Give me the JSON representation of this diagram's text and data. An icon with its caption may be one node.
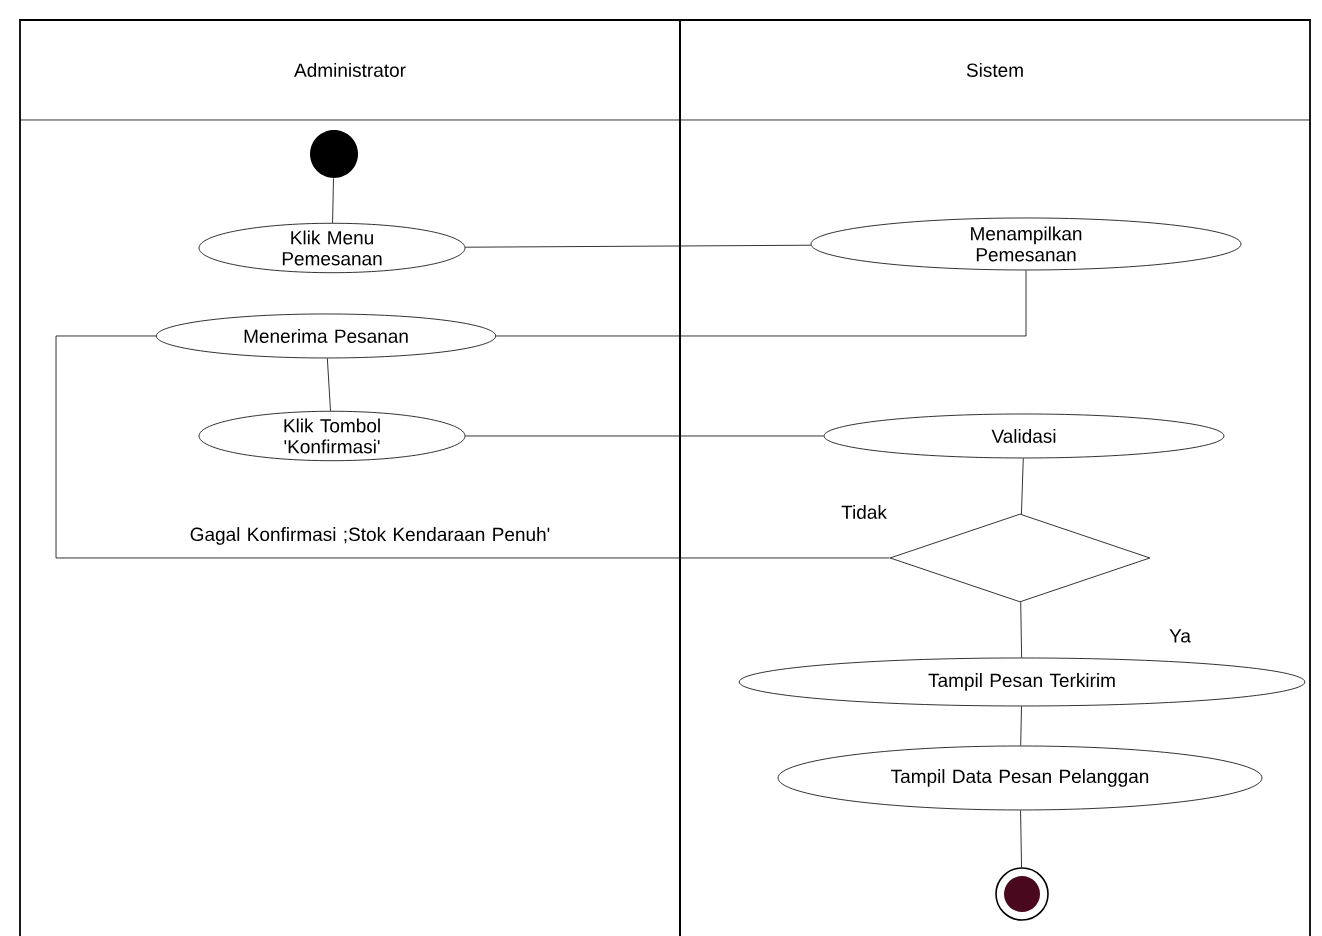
{
  "diagram": {
    "nodes": [
      {
        "text": [
          "Administrator"
        ]
      },
      {
        "text": [
          "Sistem"
        ]
      },
      {
        "text": [],
        "shape": "circle",
        "in": 0
      },
      {
        "text": [
          "Klik Menu Pemesanan"
        ],
        "in": 0
      },
      {
        "text": [
          "Menampilkan Pemesanan"
        ],
        "in": 1
      },
      {
        "text": [
          "Menerima Pesanan"
        ],
        "in": 0
      },
      {
        "text": [
          "Klik Tombol 'Konfirmasi'"
        ],
        "in": 0
      },
      {
        "text": [
          "Validasi"
        ],
        "in": 1
      },
      {
        "text": [],
        "shape": "diamond",
        "in": 1
      },
      {
        "text": [
          "Tampil Pesan Terkirim"
        ],
        "in": 1
      },
      {
        "text": [
          "Tampil Data Pesan Pelanggan"
        ],
        "in": 1
      },
      {
        "text": [],
        "shape": "circle",
        "in": 1
      }
    ],
    "edges": [
      {
        "from": 2,
        "to": 3,
        "arrow": "none"
      },
      {
        "from": 3,
        "to": 4,
        "arrow": "none"
      },
      {
        "from": 4,
        "to": 5,
        "arrow": "none"
      },
      {
        "from": 5,
        "to": 6,
        "arrow": "none"
      },
      {
        "from": 6,
        "to": 7,
        "arrow": "none"
      },
      {
        "from": 7,
        "to": 8,
        "arrow": "none"
      },
      {
        "from": 8,
        "to": 5,
        "arrow": "none",
        "label": "Gagal Konfirmasi ;Stok Kendaraan Penuh'"
      },
      {
        "from": 8,
        "to": 9,
        "arrow": "none"
      },
      {
        "from": 9,
        "to": 10,
        "arrow": "none"
      },
      {
        "from": 10,
        "to": 11,
        "arrow": "none"
      }
    ],
    "labels": [
      "Tidak",
      "Ya"
    ]
  }
}
